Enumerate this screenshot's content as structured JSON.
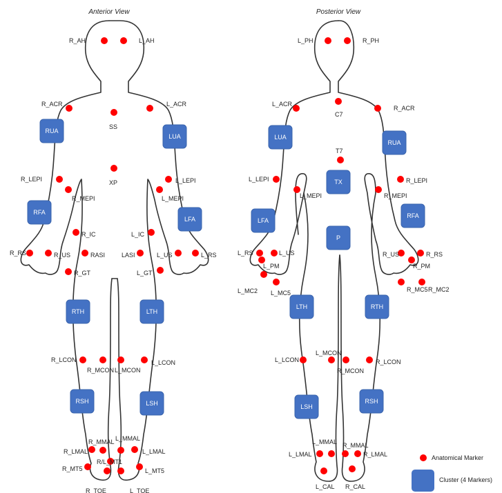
{
  "titles": {
    "anterior": "Anterior View",
    "posterior": "Posterior View"
  },
  "colors": {
    "marker": "#ff0000",
    "cluster": "#4472c4",
    "outline": "#333333"
  },
  "anterior": {
    "markers": [
      "R_AH",
      "L_AH",
      "R_ACR",
      "L_ACR",
      "SS",
      "XP",
      "R_LEPI",
      "L_LEPI",
      "R_MEPI",
      "L_MEPI",
      "R_IC",
      "L_IC",
      "R_RS",
      "R_US",
      "RASI",
      "LASI",
      "L_US",
      "L_RS",
      "R_GT",
      "L_GT",
      "R_LCON",
      "R_MCON",
      "L_MCON",
      "L_LCON",
      "R_MMAL",
      "L_MMAL",
      "R_LMAL",
      "L_LMAL",
      "R/L_MT1",
      "R_MT5",
      "L_MT5",
      "R_TOE",
      "L_TOE"
    ],
    "clusters": [
      "RUA",
      "LUA",
      "RFA",
      "LFA",
      "RTH",
      "LTH",
      "RSH",
      "LSH"
    ]
  },
  "posterior": {
    "markers": [
      "L_PH",
      "R_PH",
      "C7",
      "L_ACR",
      "R_ACR",
      "T7",
      "L_LEPI",
      "R_LEPI",
      "L_MEPI",
      "R_MEPI",
      "L_RS",
      "L_US",
      "R_US",
      "R_RS",
      "L_PM",
      "R_PM",
      "L_MC2",
      "L_MC5",
      "R_MC5",
      "R_MC2",
      "L_LCON",
      "L_MCON",
      "R_MCON",
      "R_LCON",
      "L_MMAL",
      "R_MMAL",
      "L_LMAL",
      "R_LMAL",
      "L_CAL",
      "R_CAL"
    ],
    "clusters": [
      "LUA",
      "RUA",
      "TX",
      "P",
      "LFA",
      "RFA",
      "LTH",
      "RTH",
      "LSH",
      "RSH"
    ]
  },
  "legend": {
    "marker_label": "Anatomical Marker",
    "cluster_label": "Cluster (4 Markers)"
  }
}
